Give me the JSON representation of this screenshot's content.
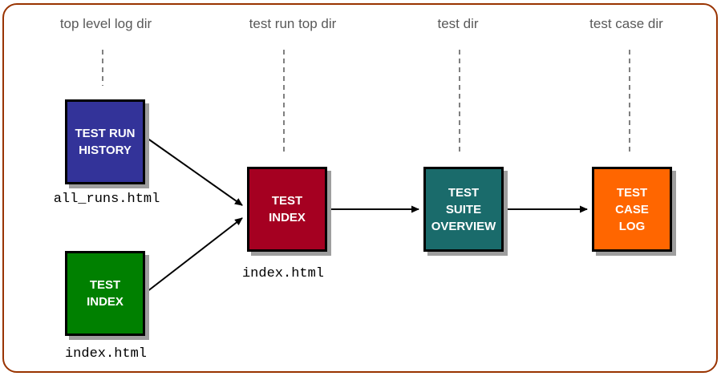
{
  "diagram": {
    "column_headers": [
      "top level log dir",
      "test run top dir",
      "test dir",
      "test case dir"
    ],
    "boxes": [
      {
        "id": "test-run-history",
        "lines": [
          "TEST RUN",
          "HISTORY"
        ],
        "color": "#333399",
        "file_label": "all_runs.html"
      },
      {
        "id": "test-index-main",
        "lines": [
          "TEST",
          "INDEX"
        ],
        "color": "#008000",
        "file_label": "index.html"
      },
      {
        "id": "test-index-run",
        "lines": [
          "TEST",
          "INDEX"
        ],
        "color": "#a50021",
        "file_label": "index.html"
      },
      {
        "id": "test-suite-overview",
        "lines": [
          "TEST",
          "SUITE",
          "OVERVIEW"
        ],
        "color": "#1a6b6b"
      },
      {
        "id": "test-case-log",
        "lines": [
          "TEST",
          "CASE",
          "LOG"
        ],
        "color": "#ff6600"
      }
    ],
    "colors": {
      "frame_border": "#993300",
      "header_text": "#595959",
      "box_border": "#000000",
      "box_shadow": "#9e9e9e",
      "arrow": "#000000",
      "background": "#ffffff"
    }
  }
}
